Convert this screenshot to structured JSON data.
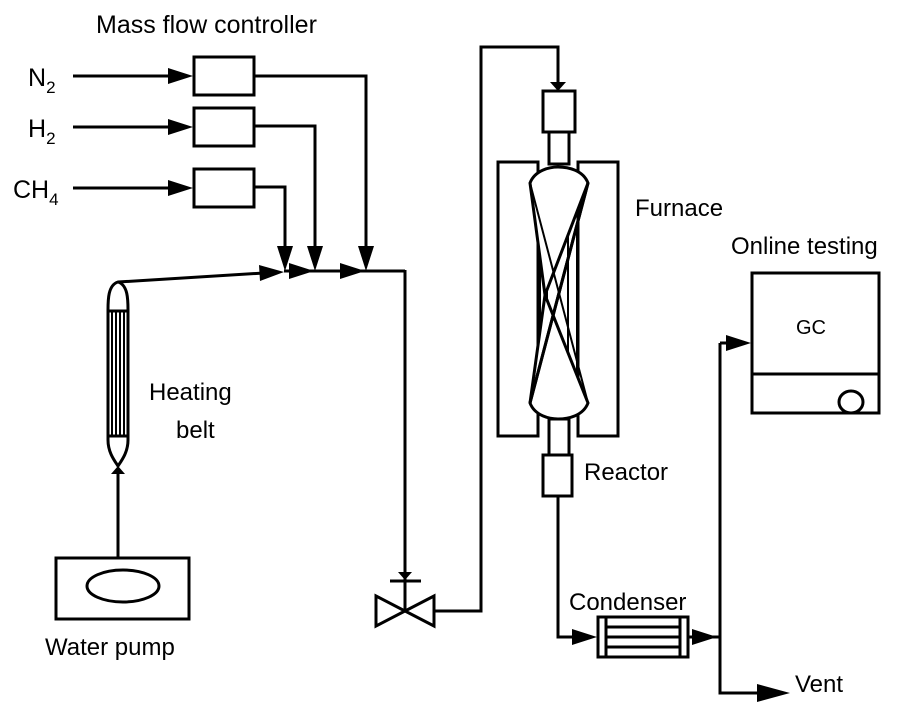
{
  "diagram": {
    "title": "Mass flow controller",
    "gases": [
      {
        "symbol": "N",
        "subscript": "2"
      },
      {
        "symbol": "H",
        "subscript": "2"
      },
      {
        "symbol": "CH",
        "subscript": "4"
      }
    ],
    "components": {
      "heating_belt": {
        "line1": "Heating",
        "line2": "belt"
      },
      "water_pump": "Water pump",
      "furnace": "Furnace",
      "reactor": "Reactor",
      "condenser": "Condenser",
      "online_testing": "Online testing",
      "gc": "GC",
      "vent": "Vent"
    },
    "colors": {
      "stroke": "#000000",
      "background": "#ffffff"
    }
  }
}
